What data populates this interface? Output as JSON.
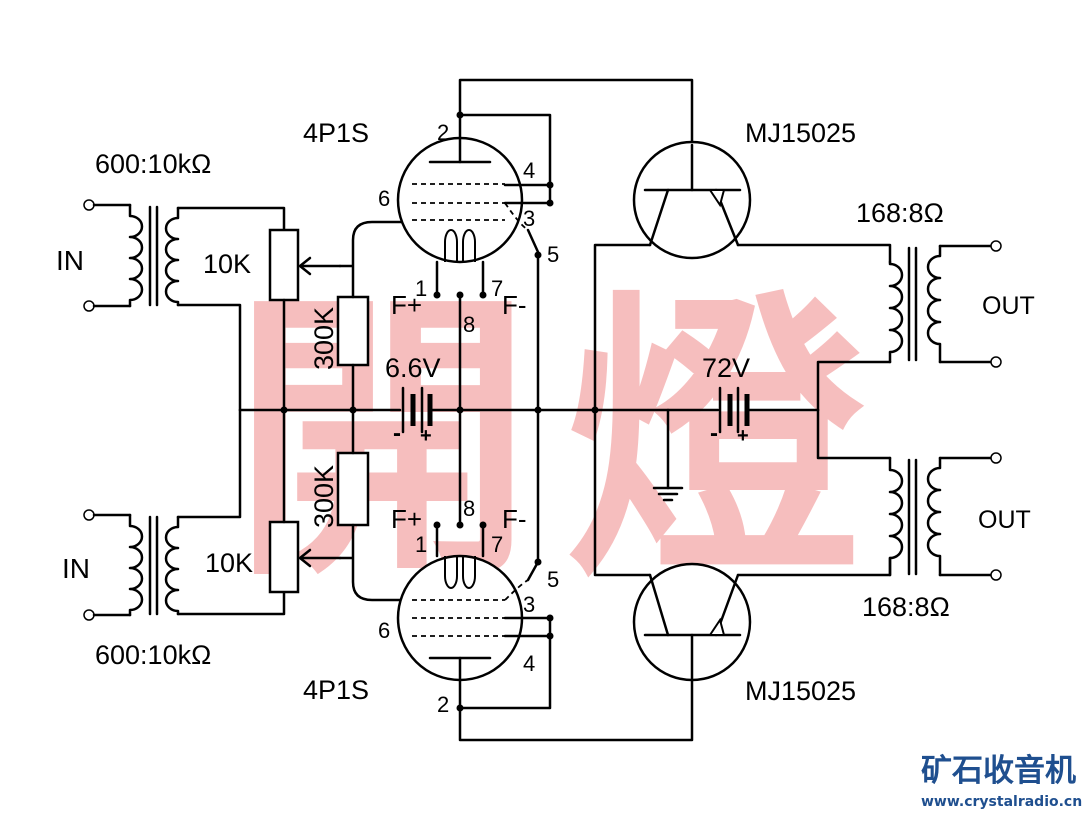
{
  "watermark": {
    "glyph_left": "開",
    "glyph_right": "燈",
    "color": "#f08a8a"
  },
  "top_channel": {
    "input_label": "IN",
    "input_transformer_ratio": "600:10kΩ",
    "potentiometer": "10K",
    "grid_resistor": "300K",
    "tube_type": "4P1S",
    "tube_pins": {
      "anode": "2",
      "screen": "4",
      "suppressor": "3",
      "grid": "6",
      "pin5": "5",
      "f1": "1",
      "f8": "8",
      "f7": "7"
    },
    "filament_plus": "F+",
    "filament_minus": "F-",
    "transistor": "MJ15025",
    "output_transformer_ratio": "168:8Ω",
    "output_label": "OUT"
  },
  "bottom_channel": {
    "input_label": "IN",
    "input_transformer_ratio": "600:10kΩ",
    "potentiometer": "10K",
    "grid_resistor": "300K",
    "tube_type": "4P1S",
    "tube_pins": {
      "anode": "2",
      "screen": "4",
      "suppressor": "3",
      "grid": "6",
      "pin5": "5",
      "f1": "1",
      "f8": "8",
      "f7": "7"
    },
    "filament_plus": "F+",
    "filament_minus": "F-",
    "transistor": "MJ15025",
    "output_transformer_ratio": "168:8Ω",
    "output_label": "OUT"
  },
  "bias_battery": {
    "voltage": "6.6V",
    "minus": "-",
    "plus": "+"
  },
  "supply_battery": {
    "voltage": "72V",
    "minus": "-",
    "plus": "+"
  },
  "brand": {
    "name": "矿石收音机",
    "url": "www.crystalradio.cn",
    "color": "#1f4f8f"
  }
}
